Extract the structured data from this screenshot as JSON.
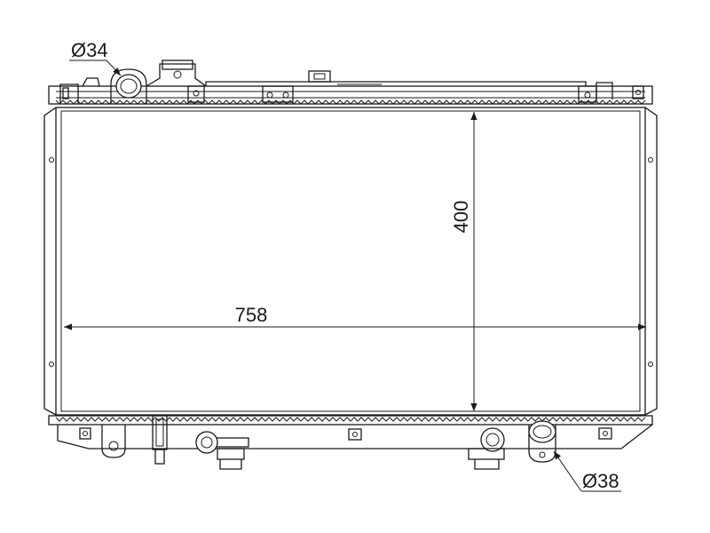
{
  "dimensions": {
    "width_label": "758",
    "height_label": "400",
    "inlet_diameter_label": "Ø34",
    "outlet_diameter_label": "Ø38"
  },
  "colors": {
    "line": "#1a1a1a",
    "background": "#ffffff"
  }
}
